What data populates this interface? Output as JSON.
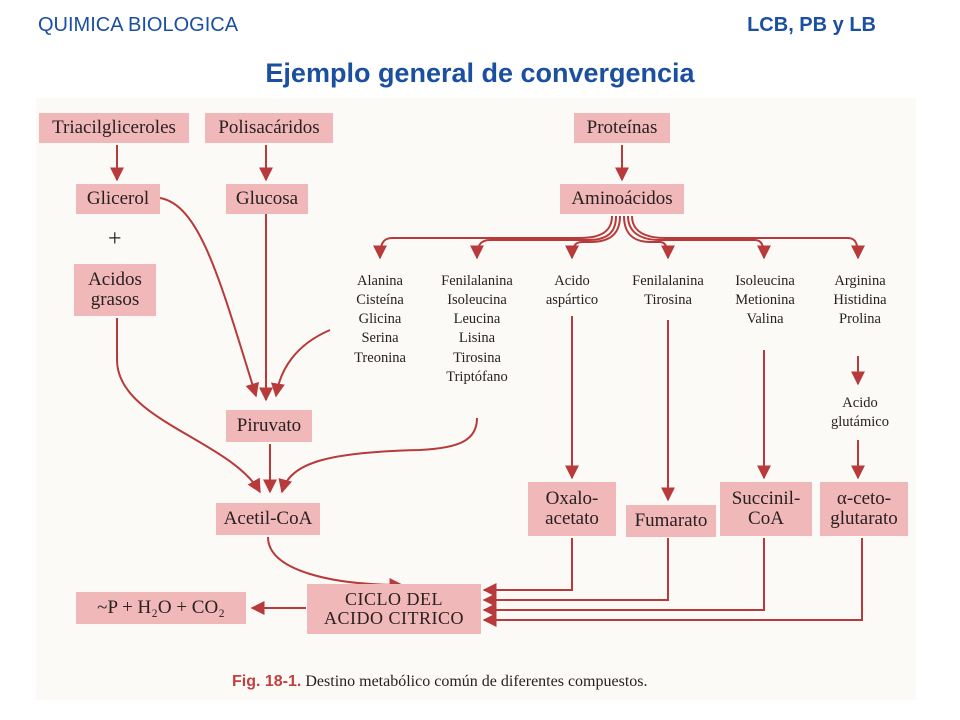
{
  "header": {
    "left": "QUIMICA BIOLOGICA",
    "right": "LCB, PB y LB",
    "title": "Ejemplo general de convergencia"
  },
  "diagram": {
    "triacil": "Triacilgliceroles",
    "polisac": "Polisacáridos",
    "proteinas": "Proteínas",
    "glicerol": "Glicerol",
    "plus": "+",
    "acidos_grasos": [
      "Acidos",
      "grasos"
    ],
    "glucosa": "Glucosa",
    "aminoacidos": "Aminoácidos",
    "group1": [
      "Alanina",
      "Cisteína",
      "Glicina",
      "Serina",
      "Treonina"
    ],
    "group2": [
      "Fenilalanina",
      "Isoleucina",
      "Leucina",
      "Lisina",
      "Tirosina",
      "Triptófano"
    ],
    "group3": [
      "Acido",
      "aspártico"
    ],
    "group4": [
      "Fenilalanina",
      "Tirosina"
    ],
    "group5": [
      "Isoleucina",
      "Metionina",
      "Valina"
    ],
    "group6": [
      "Arginina",
      "Histidina",
      "Prolina"
    ],
    "glutamico": [
      "Acido",
      "glutámico"
    ],
    "piruvato": "Piruvato",
    "acetilcoa": "Acetil-CoA",
    "oxalo": [
      "Oxalo-",
      "acetato"
    ],
    "fumarato": "Fumarato",
    "succinil": [
      "Succinil-",
      "CoA"
    ],
    "cetoglutarato": [
      "α-ceto-",
      "glutarato"
    ],
    "ciclo": [
      "CICLO DEL",
      "ACIDO CITRICO"
    ],
    "products": "~P + H₂O + CO₂",
    "caption_label": "Fig. 18-1.",
    "caption_text": "Destino metabólico común de diferentes compuestos."
  },
  "colors": {
    "box_fill": "#f0b8b8",
    "arrow": "#b83a3a",
    "header_text": "#1b4fa0"
  }
}
